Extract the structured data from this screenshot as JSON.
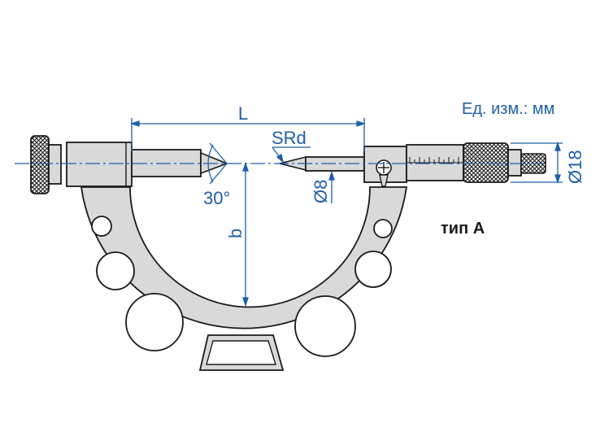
{
  "units_label": "Ед. изм.: мм",
  "type_label": "тип А",
  "dimensions": {
    "length": "L",
    "tip_radius": "SRd",
    "tip_angle": "30°",
    "spindle_diameter": "Ø8",
    "sleeve_diameter": "Ø18",
    "throat_depth": "b"
  },
  "colors": {
    "dimension_lines": "#1f5fa8",
    "frame_fill": "#d9d9d9",
    "outline": "#1a1a1a"
  }
}
